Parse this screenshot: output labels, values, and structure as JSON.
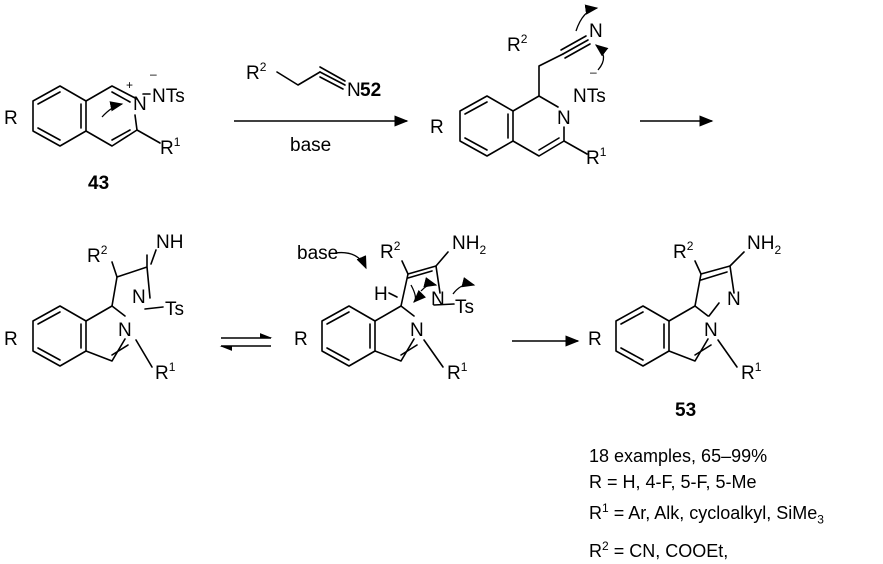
{
  "compounds": {
    "c43": "43",
    "c52": "52",
    "c53": "53"
  },
  "reagent": {
    "label": "base"
  },
  "base_label": "base",
  "atoms": {
    "R": "R",
    "R1": "R",
    "R2": "R",
    "sup1": "1",
    "sup2": "2",
    "N": "N",
    "NTs": "NTs",
    "Ts": "Ts",
    "NH": "NH",
    "NH2": "NH",
    "sub2": "2",
    "H": "H",
    "plus": "+",
    "minus": "–"
  },
  "notes": {
    "examples": "18 examples, 65–99%",
    "r_line": "R = H, 4-F, 5-F, 5-Me",
    "r1_prefix": "R",
    "r1_sup": "1",
    "r1_text": " = Ar, Alk, cycloalkyl, SiMe",
    "r1_sub": "3",
    "r2_prefix": "R",
    "r2_sup": "2",
    "r2_text": " = CN, COOEt,"
  }
}
